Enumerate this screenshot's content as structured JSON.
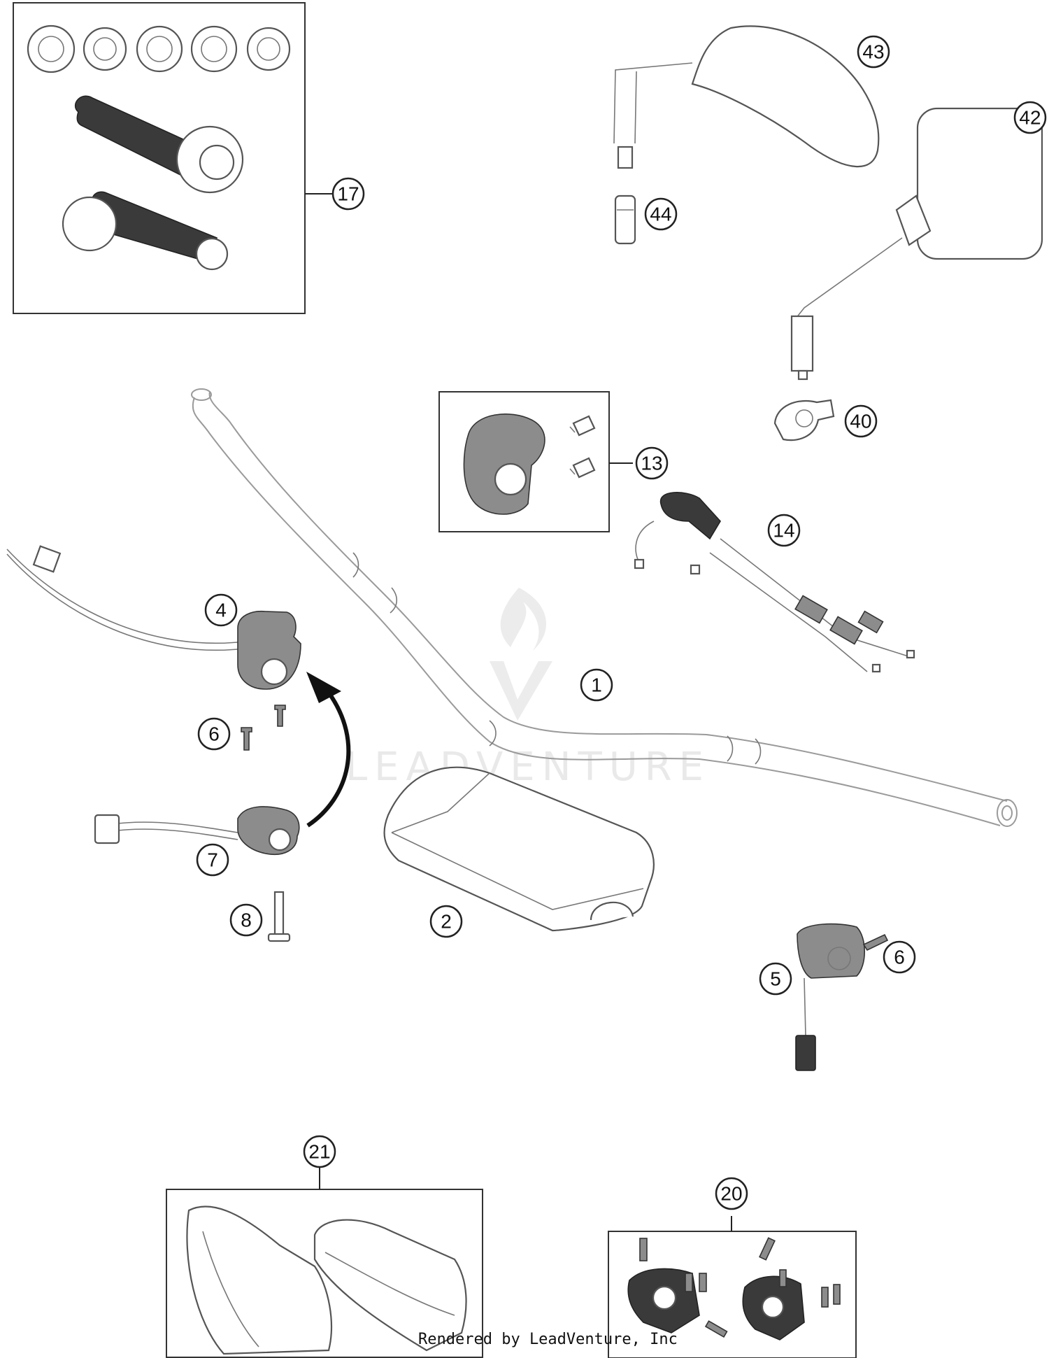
{
  "callouts": [
    {
      "label": "17"
    },
    {
      "label": "43"
    },
    {
      "label": "42"
    },
    {
      "label": "44"
    },
    {
      "label": "40"
    },
    {
      "label": "13"
    },
    {
      "label": "14"
    },
    {
      "label": "4"
    },
    {
      "label": "1"
    },
    {
      "label": "6"
    },
    {
      "label": "7"
    },
    {
      "label": "8"
    },
    {
      "label": "2"
    },
    {
      "label": "6"
    },
    {
      "label": "5"
    },
    {
      "label": "21"
    },
    {
      "label": "20"
    }
  ],
  "watermark": {
    "text": "LEADVENTURE"
  },
  "footer": {
    "credit": "Rendered by LeadVenture, Inc"
  }
}
